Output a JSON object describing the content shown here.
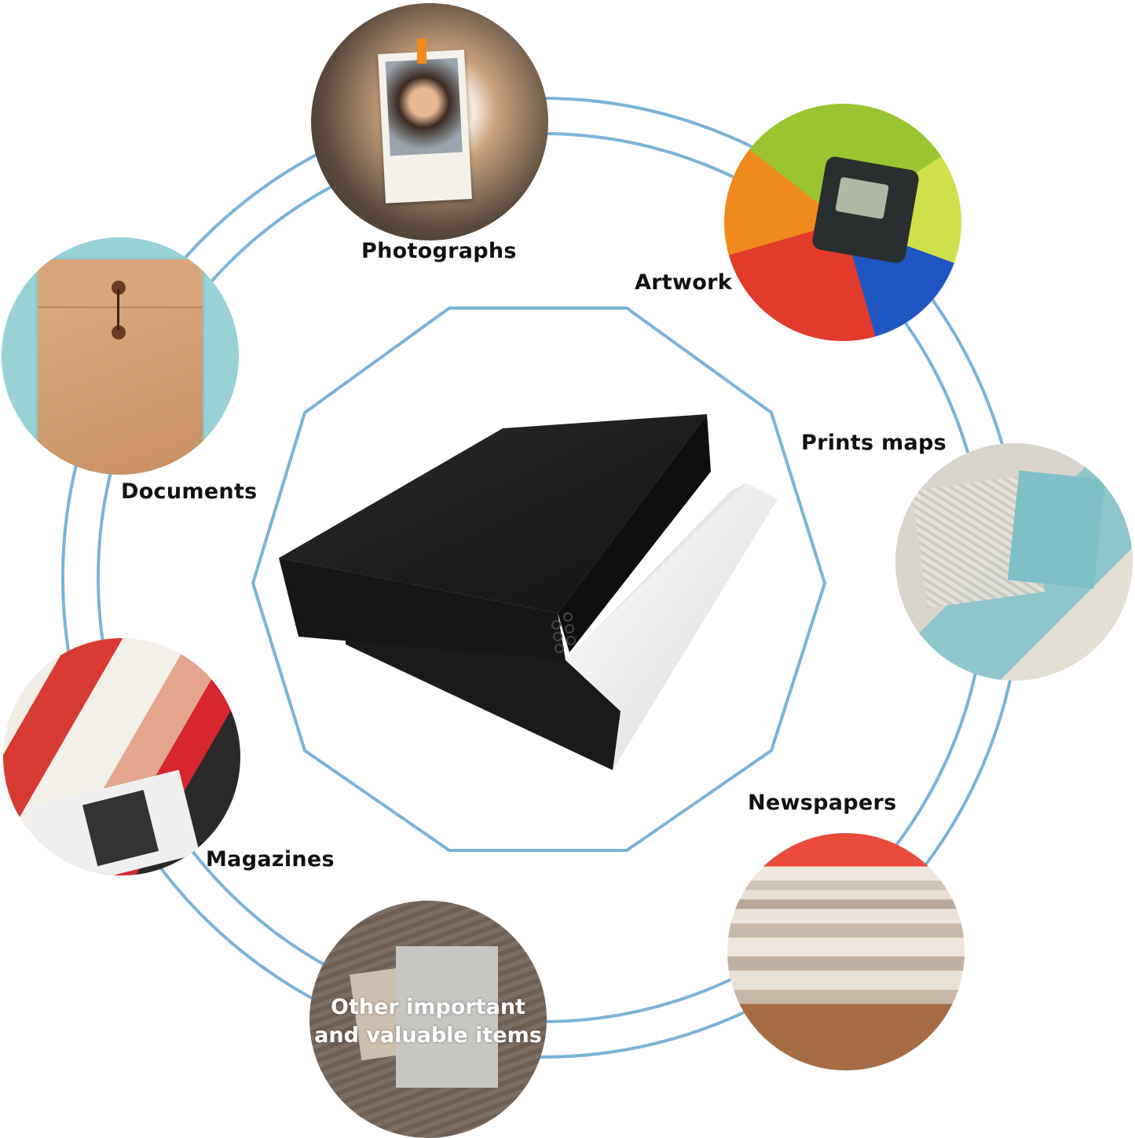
{
  "colors": {
    "ring": "#7ab3d8",
    "label_text": "#111111",
    "box_black": "#1c1c1c",
    "box_white": "#f2f2f2"
  },
  "center": {
    "product": "black archival storage box with white interior, drop-front design",
    "frame_shape": "decagon"
  },
  "items": [
    {
      "id": "photographs",
      "label": "Photographs",
      "image": "polaroid photo of smiling child on clothesline"
    },
    {
      "id": "artwork",
      "label": "Artwork",
      "image": "colorful calendar prints with color measurement device"
    },
    {
      "id": "prints_maps",
      "label": "Prints maps",
      "image": "vintage maps stacked"
    },
    {
      "id": "newspapers",
      "label": "Newspapers",
      "image": "stack of folded newspapers"
    },
    {
      "id": "other",
      "label_line1": "Other important",
      "label_line2": "and valuable items",
      "image": "handwritten card on wooden table"
    },
    {
      "id": "magazines",
      "label": "Magazines",
      "image": "collage of fashion magazines"
    },
    {
      "id": "documents",
      "label": "Documents",
      "image": "kraft paper string-tie envelope"
    }
  ]
}
